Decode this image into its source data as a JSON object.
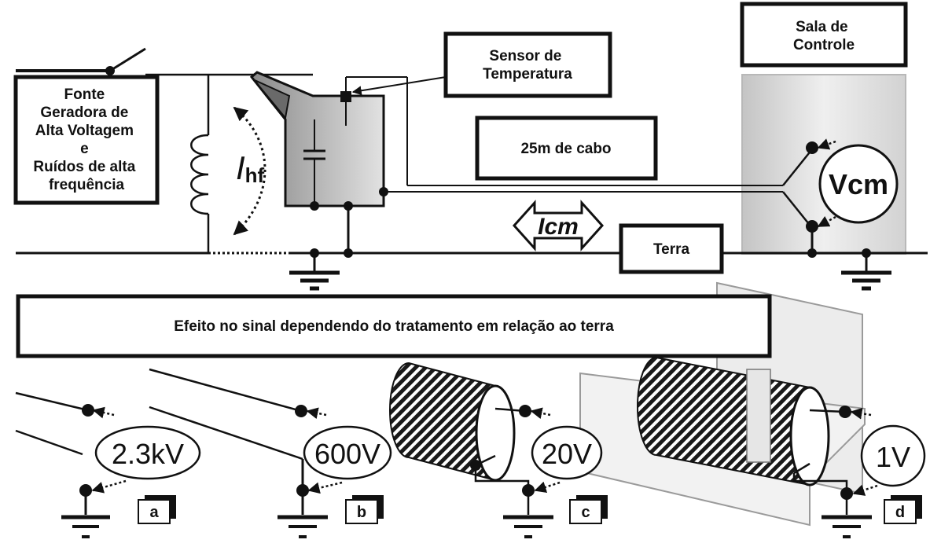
{
  "labels": {
    "fonte": [
      "Fonte",
      "Geradora de",
      "Alta Voltagem",
      "e",
      "Ruídos de alta",
      "frequência"
    ],
    "sensor": [
      "Sensor de",
      "Temperatura"
    ],
    "sala": [
      "Sala de",
      "Controle"
    ],
    "cabo": "25m de cabo",
    "terra": "Terra",
    "efeito": "Efeito no sinal dependendo do tratamento em relação ao terra",
    "ihf_main": "I",
    "ihf_sub": "hf",
    "icm": "Icm",
    "vcm": "Vcm"
  },
  "cases": [
    {
      "letter": "a",
      "voltage": "2.3kV"
    },
    {
      "letter": "b",
      "voltage": "600V"
    },
    {
      "letter": "c",
      "voltage": "20V"
    },
    {
      "letter": "d",
      "voltage": "1V"
    }
  ]
}
